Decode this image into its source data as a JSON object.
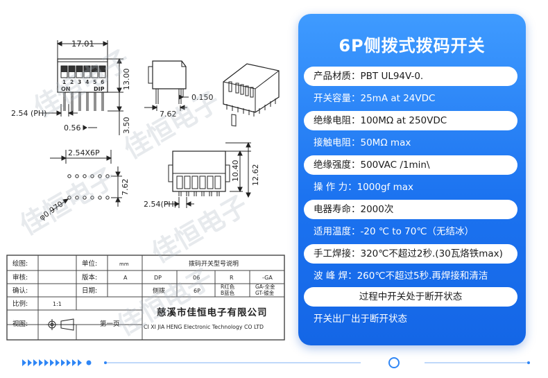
{
  "title": "6P侧拨式拨码开关",
  "specs": [
    {
      "label": "产品材质：",
      "value": "PBT UL94V-0.",
      "style": "pill"
    },
    {
      "label": "开关容量：",
      "value": "25mA at 24VDC",
      "style": "plain"
    },
    {
      "label": "绝缘电阻：",
      "value": "100MΩ at 250VDC",
      "style": "pill"
    },
    {
      "label": "接触电阻：",
      "value": "50MΩ max",
      "style": "plain"
    },
    {
      "label": "绝缘强度：",
      "value": "500VAC /1min\\",
      "style": "pill"
    },
    {
      "label": "操 作 力：",
      "value": "1000gf max",
      "style": "plain"
    },
    {
      "label": "电器寿命：",
      "value": "2000次",
      "style": "pill"
    },
    {
      "label": "适用温度：",
      "value": "-20 ℃ to 70℃（无结冰）",
      "style": "plain"
    },
    {
      "label": "手工焊接：",
      "value": "320℃不超过2秒.(30瓦烙铁max)",
      "style": "pill"
    },
    {
      "label": "波 峰 焊：",
      "value": "260℃不超过5秒.再焊接和清洁",
      "style": "plain"
    },
    {
      "label": "",
      "value": "过程中开关处于断开状态",
      "style": "pill-center"
    },
    {
      "label": "",
      "value": "开关出厂出于断开状态",
      "style": "plain"
    }
  ],
  "drawing": {
    "dims": {
      "width": "17.01",
      "height": "13.00",
      "pitch_ph": "2.54 (PH)",
      "pin_w": "0.56",
      "pin_len": "3.50",
      "side_h": "7.62",
      "side_t": "0.150",
      "pitch_x6p": "2.54X6P",
      "row_gap": "7.62",
      "hole": "φ0.970",
      "h1": "10.40",
      "h2": "12.62",
      "pitch_ph2": "2.54(PH)"
    },
    "switch_labels": {
      "numbers": "1 2 3 4 5 6",
      "on": "ON",
      "dip": "DIP"
    }
  },
  "title_block": {
    "r1": {
      "drawn": "绘图:",
      "unit": "单位:",
      "unit_val": "mm",
      "desc": "拨码开关型号说明"
    },
    "r2": {
      "review": "审核:",
      "version": "版本:",
      "version_val": "A",
      "c1": "DP",
      "c2": "06",
      "c3": "R",
      "c4": "-GA"
    },
    "r3": {
      "confirm": "确认:",
      "date": "日期:",
      "c1": "侧拨",
      "c2": "6P",
      "c3": "R红色\nB蓝色",
      "c4": "GA-全金\nGT-镀金"
    },
    "r4": {
      "scale": "比例:",
      "scale_val": "1:1"
    },
    "r5": {
      "view": "视图:",
      "page": "第一页"
    },
    "company_cn": "慈溪市佳恒电子有限公司",
    "company_en": "CI XI JIA HENG Electronic Technology CO LTD"
  },
  "watermark": "佳恒电子",
  "colors": {
    "panel": "#1c73f0",
    "accent": "#3f9bff"
  }
}
